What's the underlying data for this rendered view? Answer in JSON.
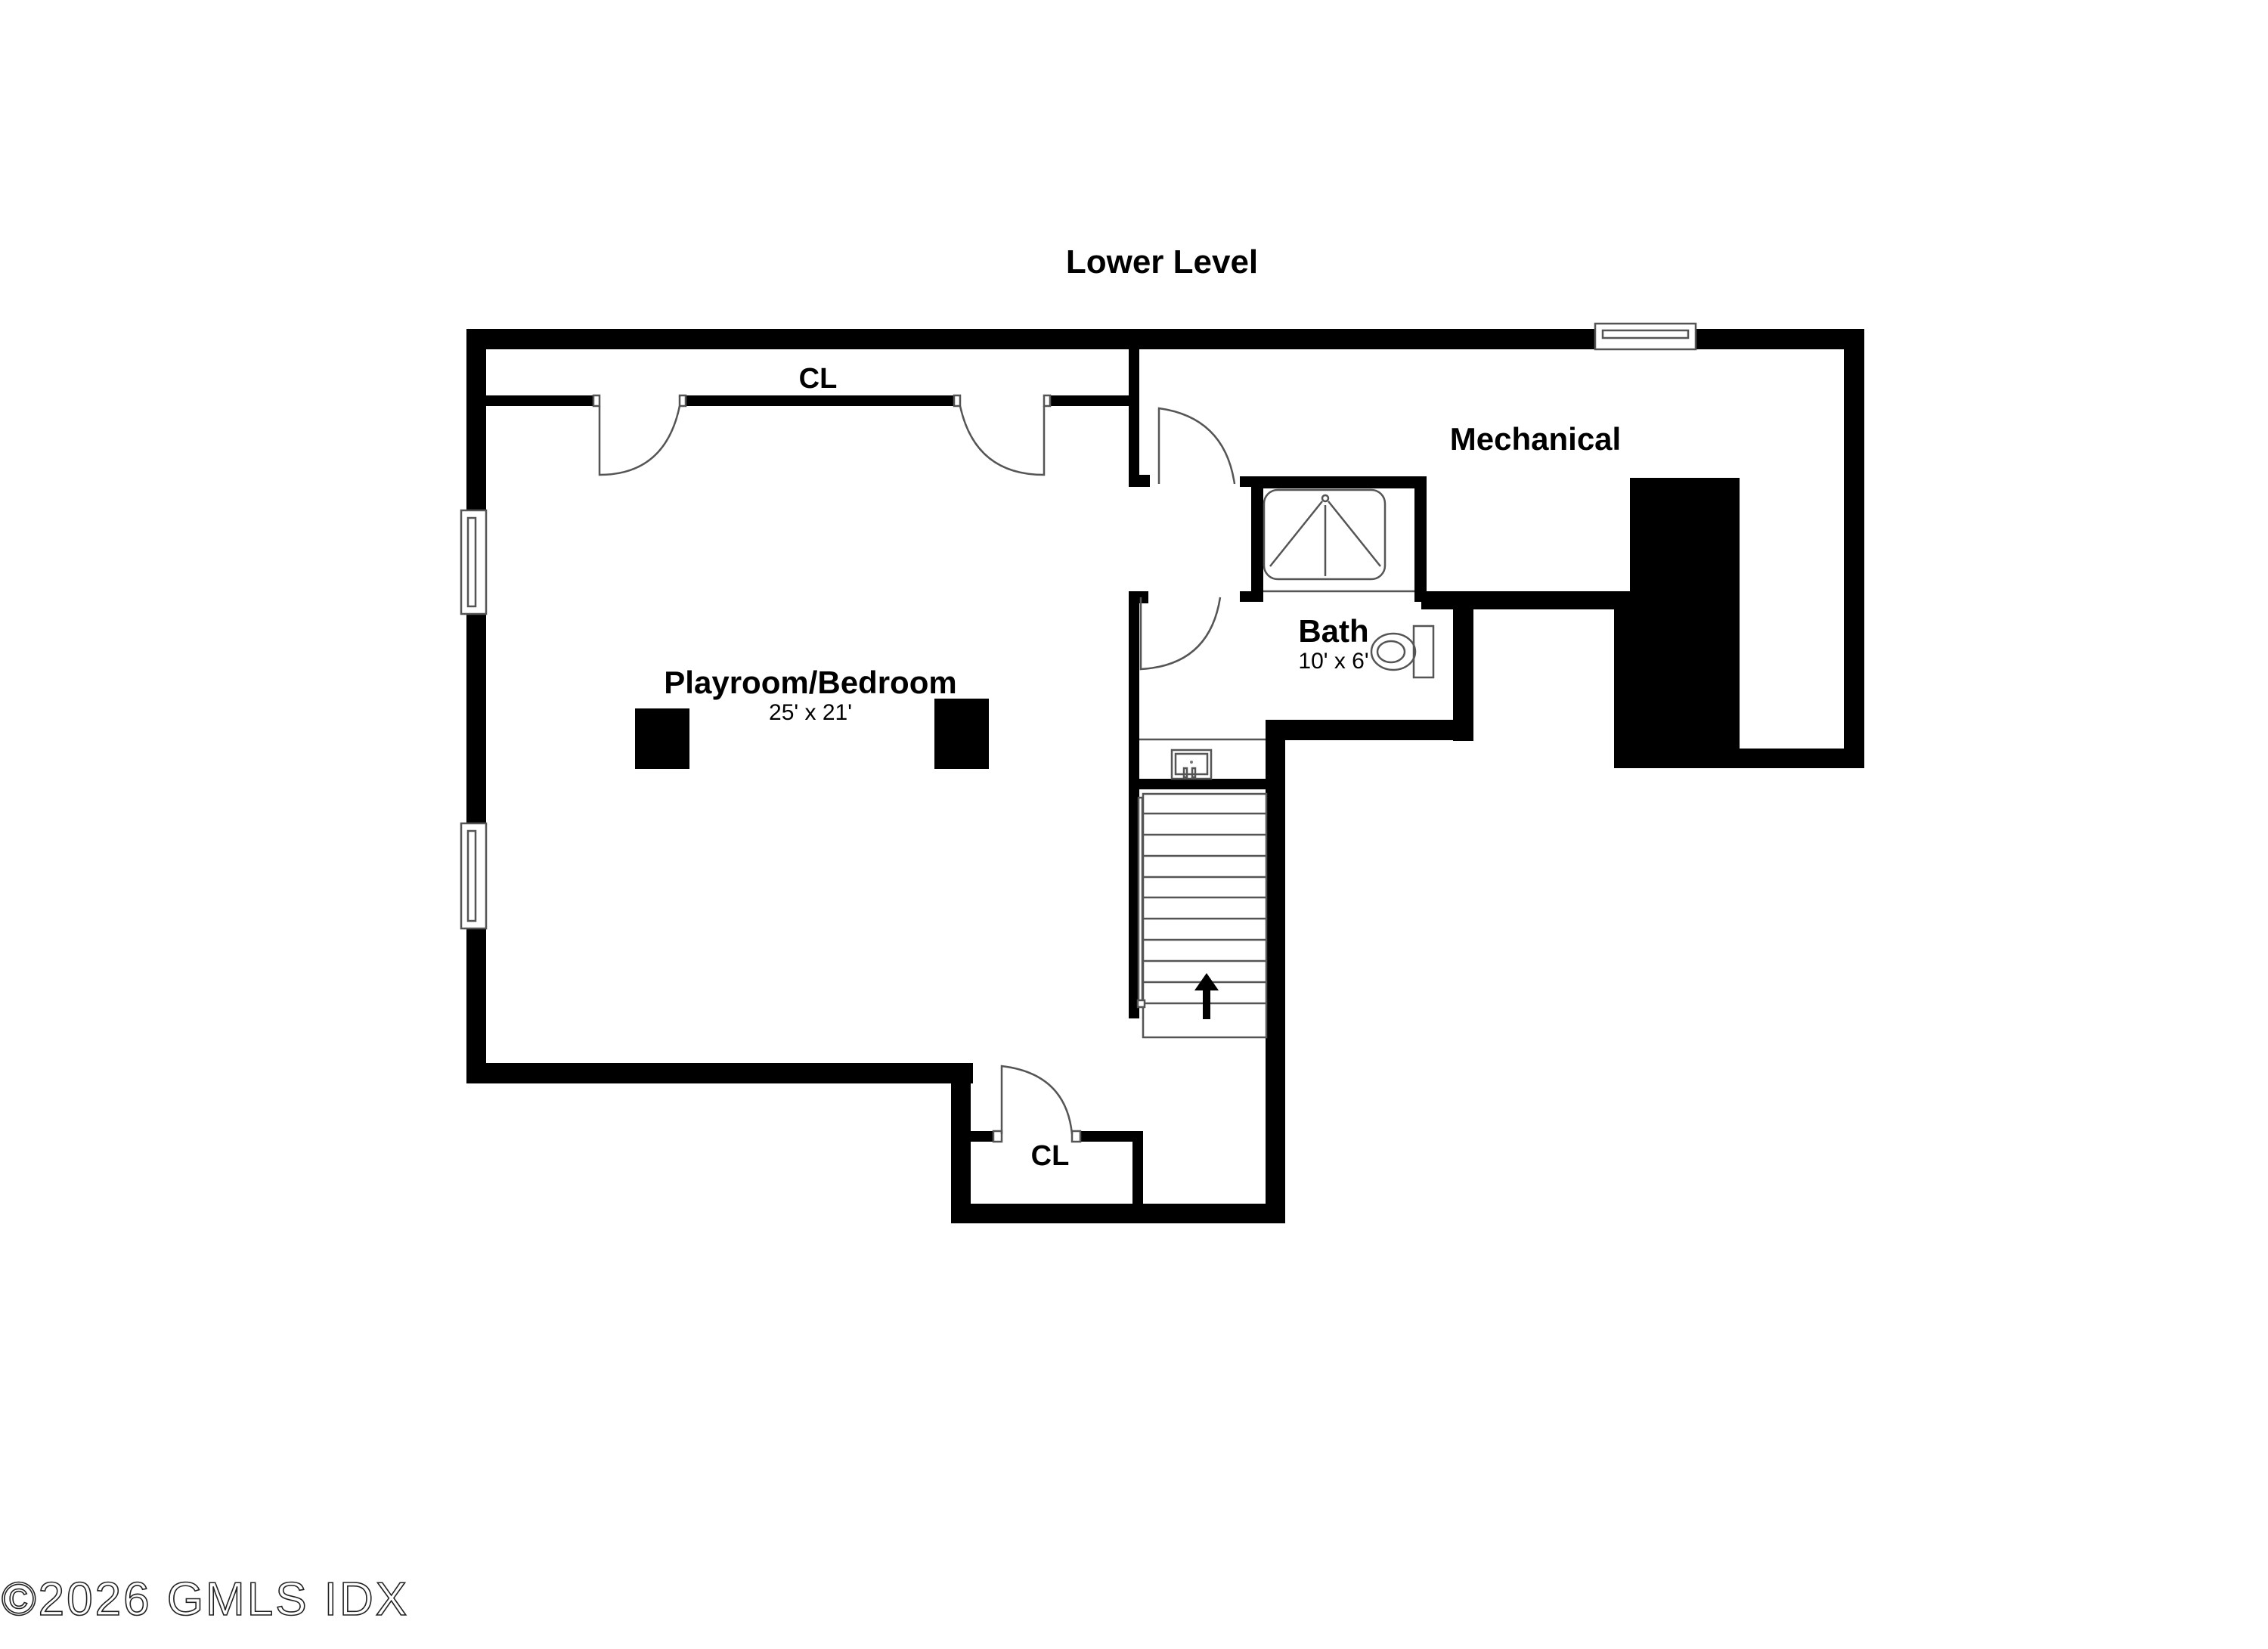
{
  "plan": {
    "title": "Lower Level",
    "rooms": [
      {
        "id": "playroom",
        "name": "Playroom/Bedroom",
        "dimensions": "25' x 21'"
      },
      {
        "id": "bath",
        "name": "Bath",
        "dimensions": "10' x 6'"
      },
      {
        "id": "mechanical",
        "name": "Mechanical"
      },
      {
        "id": "closet-top",
        "name": "CL"
      },
      {
        "id": "closet-bottom",
        "name": "CL"
      }
    ],
    "fixtures": [
      "shower-stall",
      "toilet",
      "sink",
      "staircase",
      "support-column",
      "support-column",
      "furnace-block",
      "window",
      "window",
      "window"
    ],
    "stairs": {
      "direction": "up",
      "treads": 10
    }
  },
  "colors": {
    "wall": "#000000",
    "background": "#ffffff",
    "fixture_line": "#555555"
  },
  "watermark": "©2026 GMLS IDX"
}
